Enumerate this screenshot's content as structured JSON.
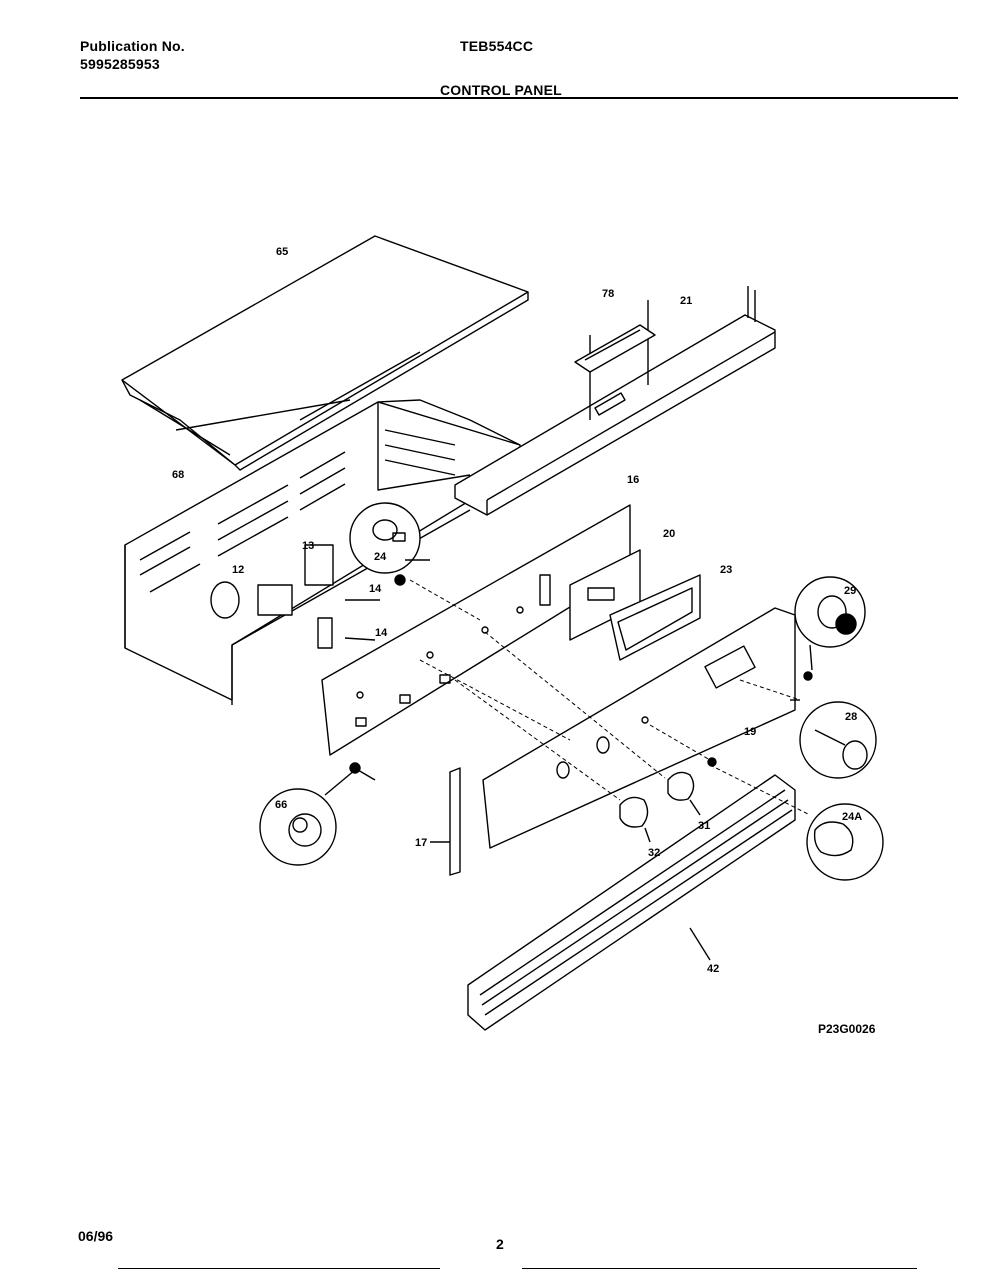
{
  "header": {
    "publication_label": "Publication No.",
    "publication_number": "5995285953",
    "model": "TEB554CC",
    "section_title": "CONTROL PANEL"
  },
  "diagram": {
    "drawing_code": "P23G0026",
    "callouts": {
      "c65": "65",
      "c78": "78",
      "c21": "21",
      "c68": "68",
      "c16": "16",
      "c20": "20",
      "c13": "13",
      "c24": "24",
      "c12": "12",
      "c14a": "14",
      "c14b": "14",
      "c23": "23",
      "c29": "29",
      "c28": "28",
      "c19": "19",
      "c66": "66",
      "c24A": "24A",
      "c17": "17",
      "c31": "31",
      "c32": "32",
      "c42": "42"
    }
  },
  "footer": {
    "date": "06/96",
    "page": "2"
  }
}
